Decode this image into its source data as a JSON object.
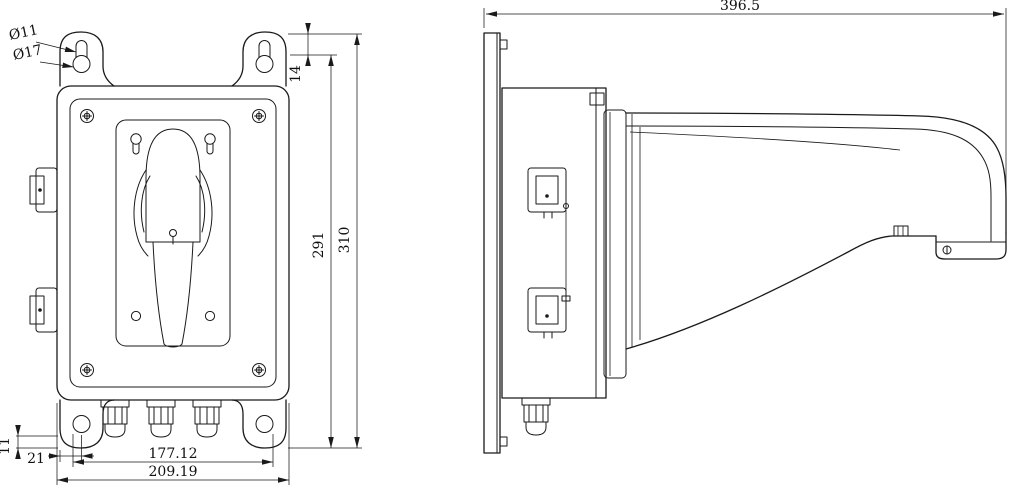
{
  "meta": {
    "background": "#ffffff",
    "line_color": "#1a1a1a"
  },
  "dimensions": {
    "dia_small": "Ø11",
    "dia_large": "Ø17",
    "ear_slot_depth": "14",
    "body_height": "291",
    "overall_height": "310",
    "foot_offset_vertical": "11",
    "foot_offset_horizontal": "21",
    "mount_hole_span": "177.12",
    "overall_width": "209.19",
    "arm_length": "396.5"
  }
}
